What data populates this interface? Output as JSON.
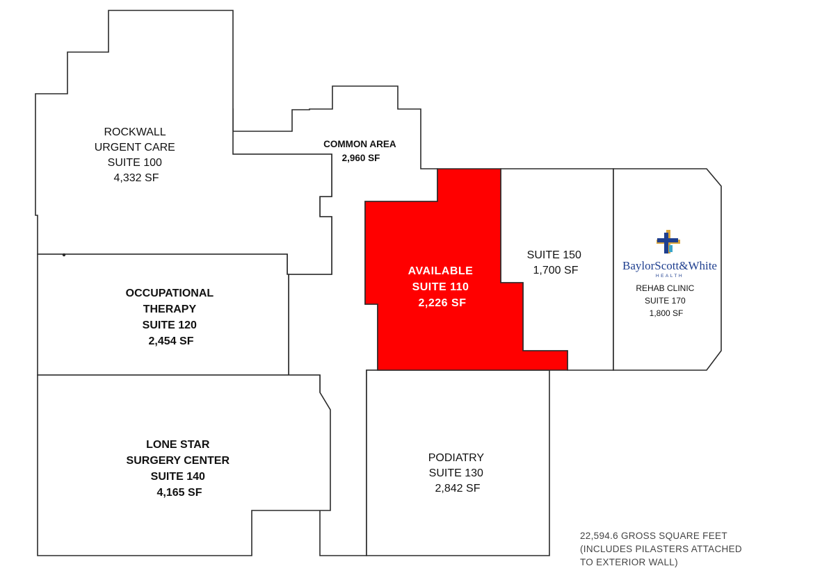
{
  "colors": {
    "available": "#ff0000",
    "wall": "#2a2a2a",
    "brand_blue": "#1f3f8f",
    "brand_gold": "#d9a53a",
    "brand_teal": "#3aa5c8"
  },
  "suites": {
    "s100": {
      "lines": [
        "ROCKWALL",
        "URGENT CARE",
        "SUITE 100",
        "4,332 SF"
      ]
    },
    "s120": {
      "lines": [
        "OCCUPATIONAL",
        "THERAPY",
        "SUITE 120",
        "2,454 SF"
      ]
    },
    "s140": {
      "lines": [
        "LONE STAR",
        "SURGERY CENTER",
        "SUITE 140",
        "4,165 SF"
      ]
    },
    "common": {
      "lines": [
        "COMMON AREA",
        "2,960 SF"
      ]
    },
    "s110": {
      "lines": [
        "AVAILABLE",
        "SUITE 110",
        "2,226 SF"
      ],
      "status": "available"
    },
    "s150": {
      "lines": [
        "SUITE 150",
        "1,700 SF"
      ]
    },
    "s170": {
      "logo_icon": "baylor-scott-white-cross-icon",
      "brand_name": "BaylorScott&White",
      "brand_sub": "HEALTH",
      "lines": [
        "REHAB CLINIC",
        "SUITE 170",
        "1,800 SF"
      ]
    },
    "s130": {
      "lines": [
        "PODIATRY",
        "SUITE 130",
        "2,842 SF"
      ]
    }
  },
  "note": {
    "lines": [
      "22,594.6 GROSS SQUARE FEET",
      "(INCLUDES PILASTERS ATTACHED",
      "TO EXTERIOR WALL)"
    ]
  }
}
